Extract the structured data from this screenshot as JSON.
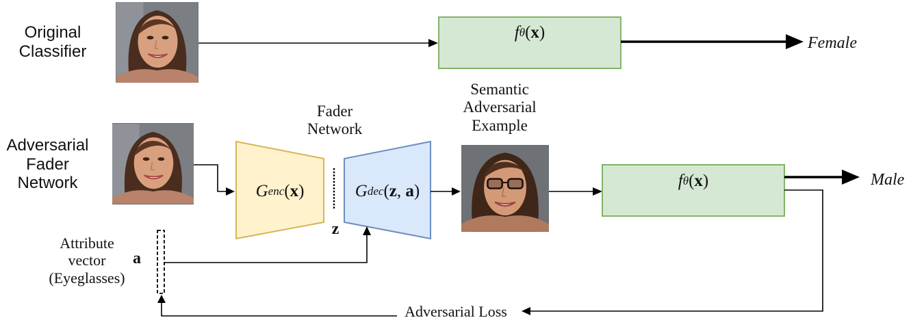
{
  "top_row": {
    "label_line1": "Original",
    "label_line2": "Classifier",
    "classifier_f": "f",
    "classifier_sub": "θ",
    "classifier_arg_open": "(",
    "classifier_arg_x": "x",
    "classifier_arg_close": ")",
    "output": "Female"
  },
  "bottom_row": {
    "label_line1": "Adversarial",
    "label_line2": "Fader",
    "label_line3": "Network",
    "fader_line1": "Fader",
    "fader_line2": "Network",
    "encoder_G": "G",
    "encoder_sub": "enc",
    "encoder_arg_open": "(",
    "encoder_arg_x": "x",
    "encoder_arg_close": ")",
    "latent": "z",
    "decoder_G": "G",
    "decoder_sub": "dec",
    "decoder_arg_open": "(",
    "decoder_arg_z": "z",
    "decoder_arg_sep": ", ",
    "decoder_arg_a": "a",
    "decoder_arg_close": ")",
    "sem_line1": "Semantic",
    "sem_line2": "Adversarial",
    "sem_line3": "Example",
    "classifier_f": "f",
    "classifier_sub": "θ",
    "classifier_arg_open": "(",
    "classifier_arg_x": "x",
    "classifier_arg_close": ")",
    "output": "Male"
  },
  "attribute": {
    "symbol": "a",
    "line1": "Attribute",
    "line2": "vector",
    "line3": "(Eyeglasses)"
  },
  "loss": {
    "label": "Adversarial Loss"
  },
  "colors": {
    "classifier_fill": "#d5e8d4",
    "classifier_stroke": "#82b366",
    "encoder_fill": "#fff2cc",
    "encoder_stroke": "#d6b656",
    "decoder_fill": "#dae8fc",
    "decoder_stroke": "#6c8ebf",
    "line": "#000000"
  }
}
